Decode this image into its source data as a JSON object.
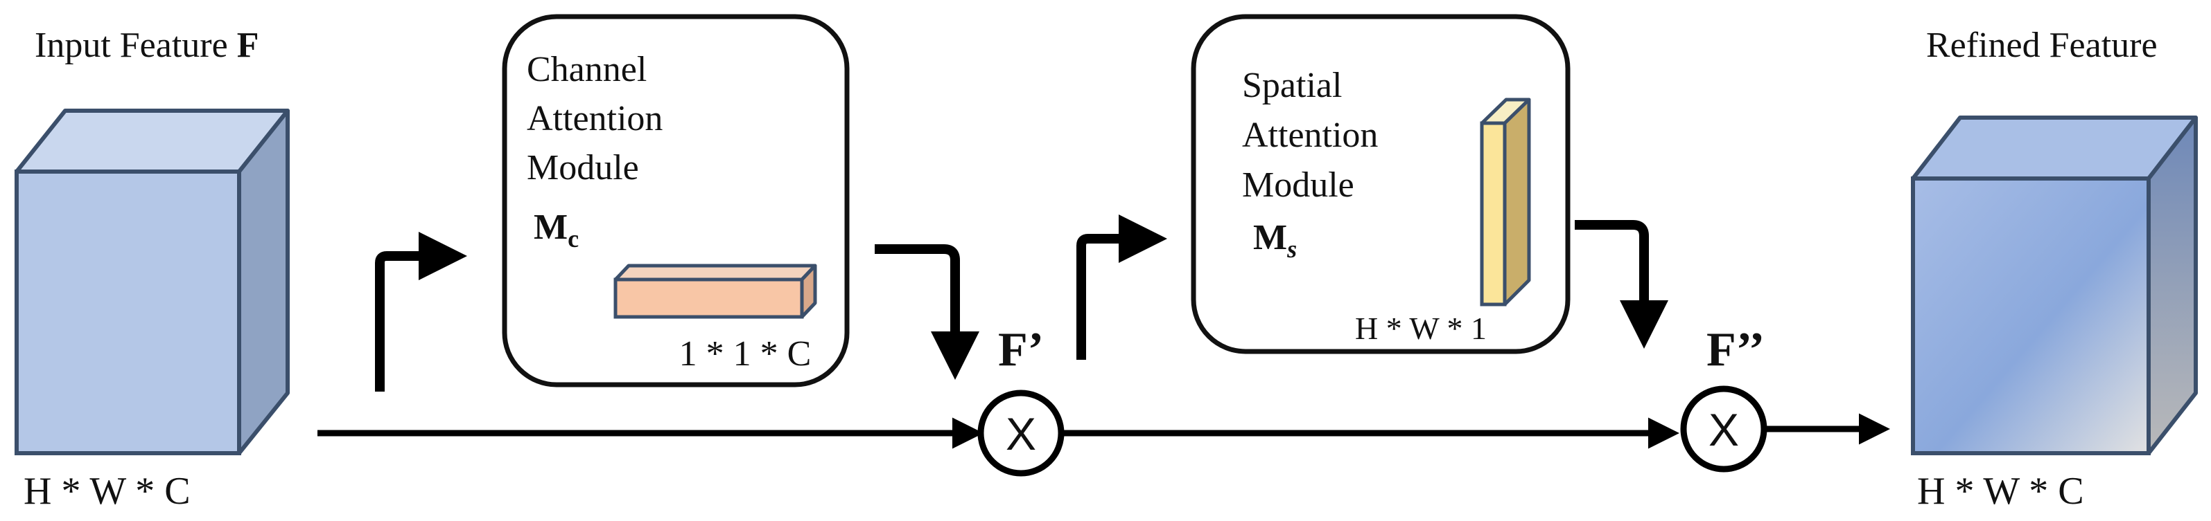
{
  "input": {
    "title_text": "Input Feature ",
    "title_symbol": "F",
    "dims": "H * W * C"
  },
  "channel_module": {
    "lines": [
      "Channel",
      "Attention",
      "Module"
    ],
    "symbol": "M",
    "symbol_sub": "c",
    "dims": "1 * 1 * C"
  },
  "spatial_module": {
    "lines": [
      "Spatial",
      "Attention",
      "Module"
    ],
    "symbol": "M",
    "symbol_sub": "s",
    "dims": "H * W * 1"
  },
  "f_prime": "F’",
  "f_double_prime": "F’’",
  "operator": "X",
  "output": {
    "title": "Refined  Feature",
    "dims": "H * W * C"
  },
  "colors": {
    "input_cube_front": "#b4c7e7",
    "input_cube_top": "#c9d7ee",
    "input_cube_side": "#8fa3c3",
    "cube_edge": "#3b4f6b",
    "channel_bar": "#f8c6a6",
    "spatial_bar": "#fbe59a",
    "refined_front_start": "#a7bde6",
    "refined_front_end": "#dcdcdc"
  }
}
